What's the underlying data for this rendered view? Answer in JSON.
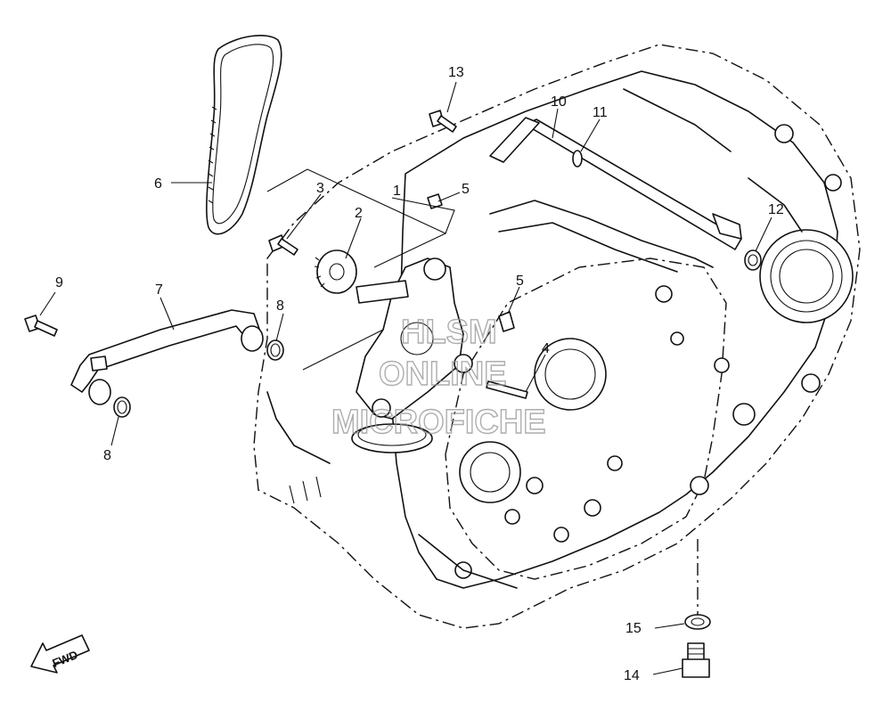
{
  "callouts": {
    "c1": "1",
    "c2": "2",
    "c3": "3",
    "c4": "4",
    "c5a": "5",
    "c5b": "5",
    "c6": "6",
    "c7": "7",
    "c8a": "8",
    "c8b": "8",
    "c9": "9",
    "c10": "10",
    "c11": "11",
    "c12": "12",
    "c13": "13",
    "c14": "14",
    "c15": "15"
  },
  "watermark": {
    "line1": "HLSM",
    "line2": "ONLINE",
    "line3": "MICROFICHE"
  },
  "direction_badge": "FWD",
  "colors": {
    "line": "#111111",
    "background": "#ffffff",
    "watermark": "#999999"
  }
}
